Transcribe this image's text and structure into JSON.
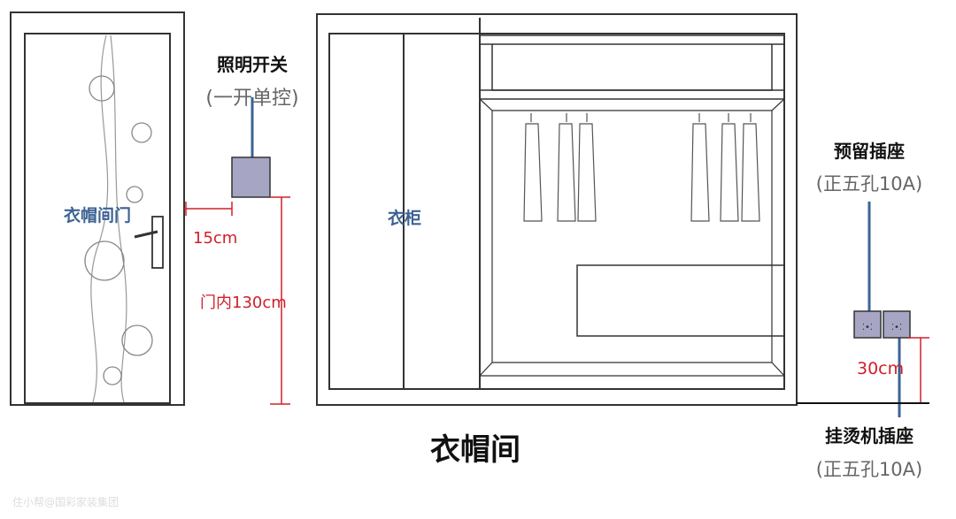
{
  "title": "衣帽间",
  "door": {
    "label": "衣帽间门"
  },
  "wardrobe": {
    "label": "衣柜"
  },
  "switch": {
    "name": "照明开关",
    "spec": "(一开单控)",
    "offset": "15cm",
    "height": "门内130cm"
  },
  "reserved_socket": {
    "name": "预留插座",
    "spec": "(正五孔10A)"
  },
  "iron_socket": {
    "name": "挂烫机插座",
    "spec": "(正五孔10A)",
    "height": "30cm"
  },
  "watermark": "住小帮@国彩家装集团",
  "colors": {
    "blue": "#3d6393",
    "red": "#d0202a",
    "box": "#a7a5c4"
  }
}
